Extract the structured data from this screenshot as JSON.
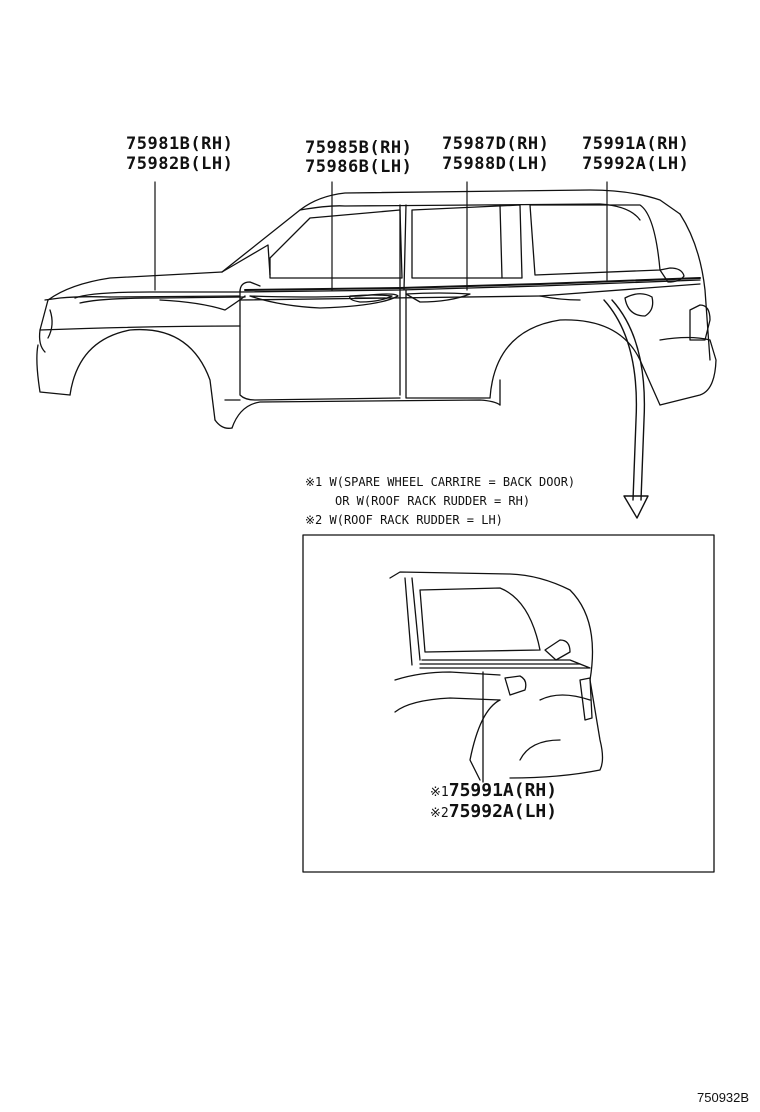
{
  "callouts": [
    {
      "rh": "75981B(RH)",
      "lh": "75982B(LH)"
    },
    {
      "rh": "75985B(RH)",
      "lh": "75986B(LH)"
    },
    {
      "rh": "75987D(RH)",
      "lh": "75988D(LH)"
    },
    {
      "rh": "75991A(RH)",
      "lh": "75992A(LH)"
    }
  ],
  "notes": [
    "※1 W(SPARE WHEEL CARRIRE = BACK DOOR)",
    "OR W(ROOF RACK RUDDER = RH)",
    "※2 W(ROOF RACK RUDDER = LH)"
  ],
  "detail": {
    "mark1": "※1",
    "part1": "75991A(RH)",
    "mark2": "※2",
    "part2": "75992A(LH)"
  },
  "diagram_code": "750932B"
}
